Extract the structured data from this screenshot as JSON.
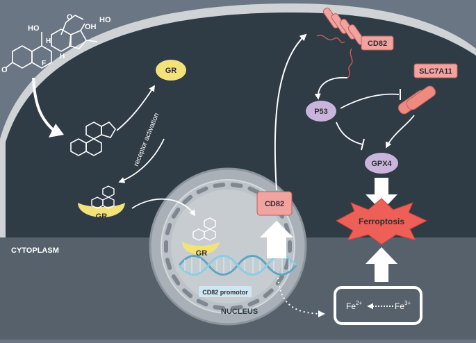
{
  "compartments": {
    "cytoplasm": "CYTOPLASM",
    "nucleus": "NUCLEUS"
  },
  "steroid_labels": {
    "ho_top": "HO",
    "ho_left": "HO",
    "oh_right": "OH",
    "o_carbonyl": "O",
    "o_ring": "O",
    "f": "F",
    "h1": "H",
    "h2": "H"
  },
  "molecules": {
    "gr_free": "GR",
    "gr_bound": "GR",
    "gr_dna": "GR",
    "receptor_activation": "receptor activation",
    "cd82_promotor": "CD82 promotor",
    "cd82_protein": "CD82",
    "cd82_membrane": "CD82",
    "slc7a11": "SLC7A11",
    "p53": "P53",
    "gpx4": "GPX4",
    "ferroptosis": "Ferroptosis",
    "fe2": "Fe",
    "fe2_sup": "2+",
    "fe3": "Fe",
    "fe3_sup": "3+"
  },
  "colors": {
    "background": "#6b7684",
    "cell": "#2f3b45",
    "cytoplasm_lower": "#56616c",
    "nucleus": "#a9b0b7",
    "gr_yellow": "#f3e27a",
    "cd82_red": "#f1a3a0",
    "p53_purple": "#c9b5dc",
    "ferroptosis_red": "#ee5f57",
    "dna_blue": "#6fb6cf"
  }
}
